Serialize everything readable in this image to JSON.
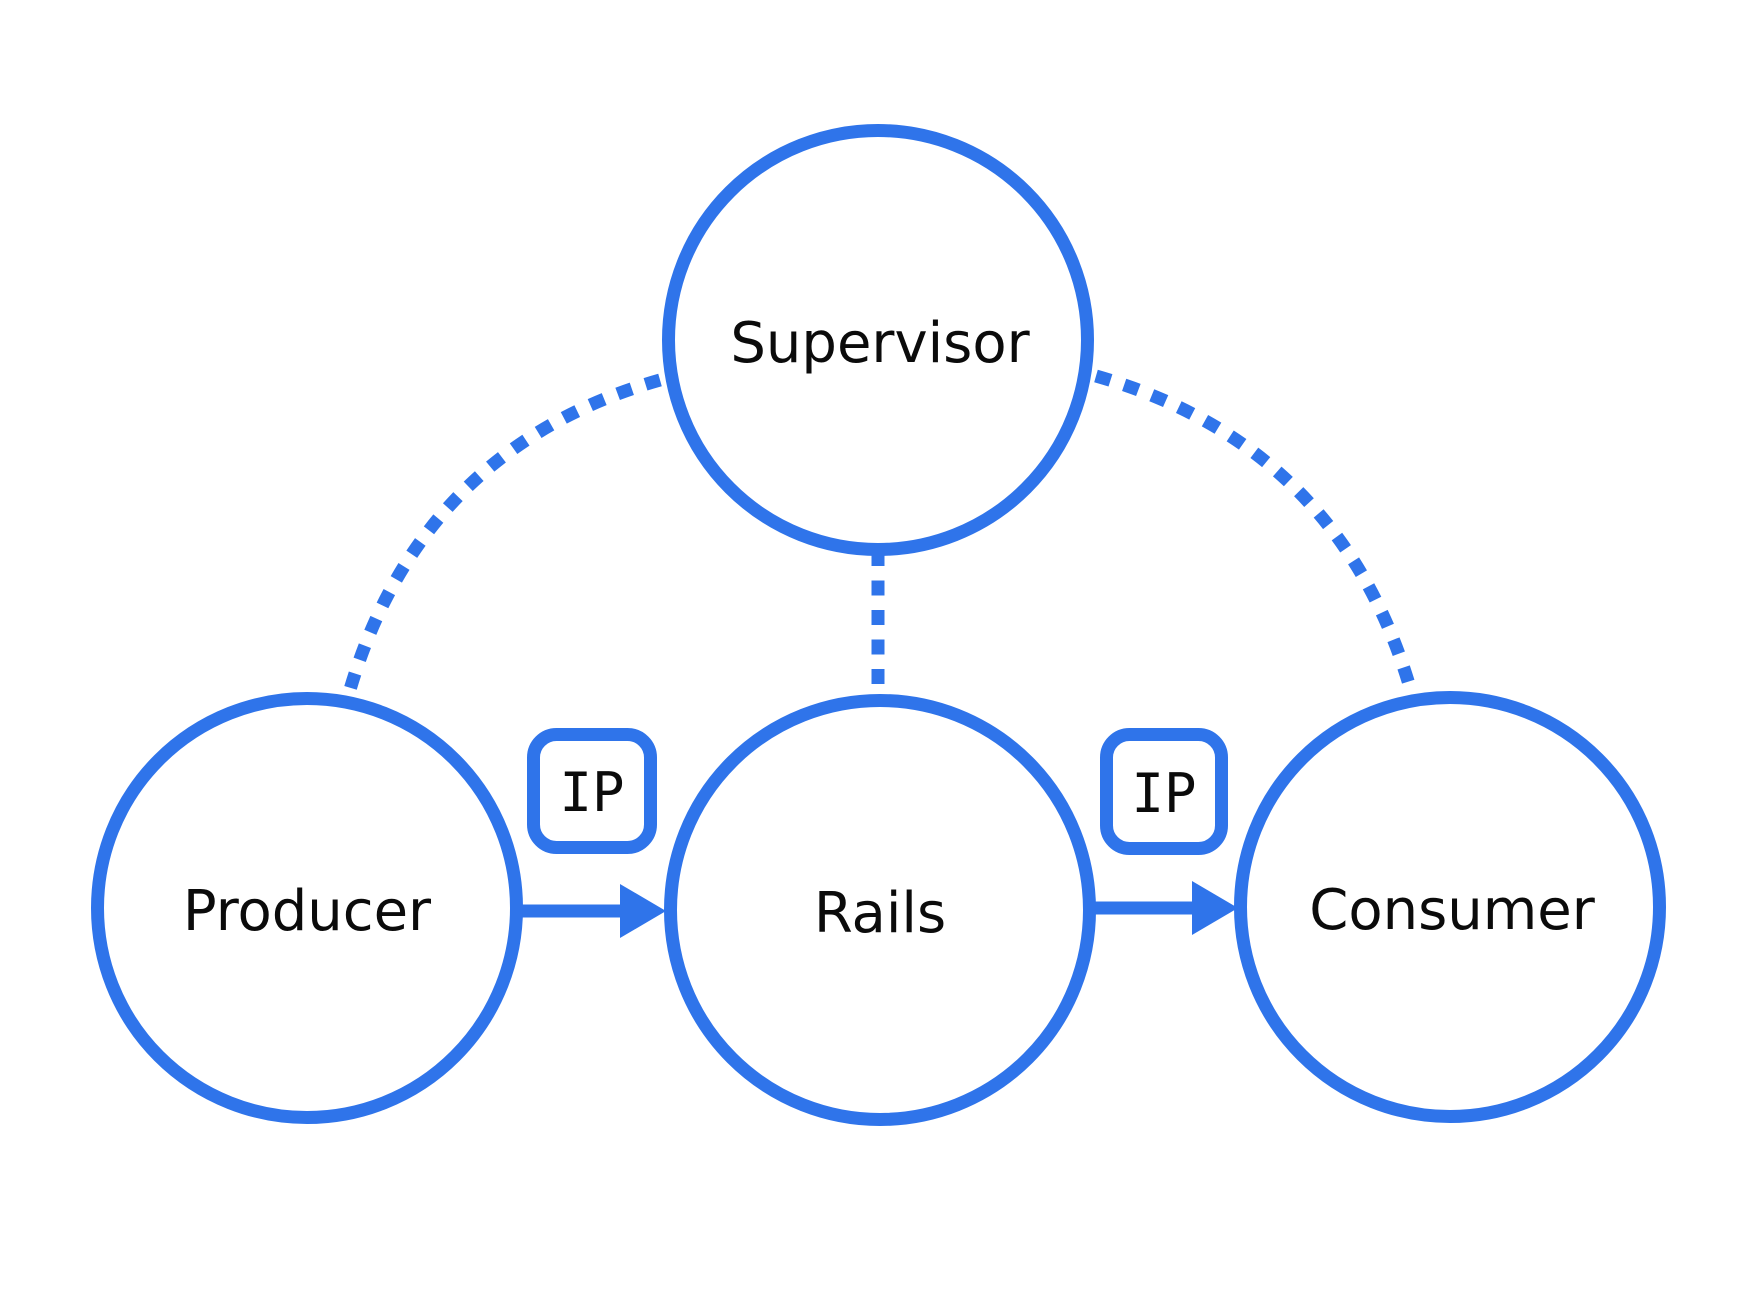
{
  "diagram": {
    "title": "Supervisor Producer Rails Consumer diagram",
    "colors": {
      "accent": "#2F74EA",
      "text": "#0B0B0B",
      "background": "#FFFFFF"
    },
    "nodes": [
      {
        "id": "supervisor",
        "label": "Supervisor"
      },
      {
        "id": "producer",
        "label": "Producer"
      },
      {
        "id": "rails",
        "label": "Rails"
      },
      {
        "id": "consumer",
        "label": "Consumer"
      }
    ],
    "edges": [
      {
        "from": "supervisor",
        "to": "producer",
        "style": "dotted"
      },
      {
        "from": "supervisor",
        "to": "rails",
        "style": "dotted"
      },
      {
        "from": "supervisor",
        "to": "consumer",
        "style": "dotted"
      },
      {
        "from": "producer",
        "to": "rails",
        "style": "arrow",
        "label": "IP"
      },
      {
        "from": "rails",
        "to": "consumer",
        "style": "arrow",
        "label": "IP"
      }
    ]
  }
}
